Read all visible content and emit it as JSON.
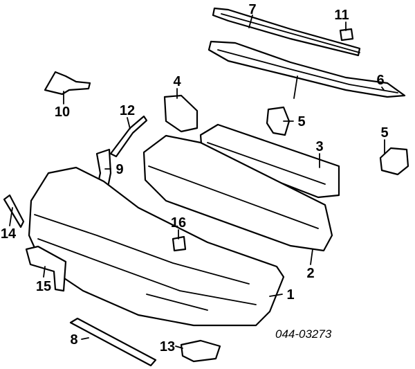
{
  "diagram": {
    "callouts": [
      "7",
      "11",
      "6",
      "4",
      "5",
      "10",
      "12",
      "3",
      "5",
      "9",
      "14",
      "16",
      "2",
      "15",
      "1",
      "8",
      "13"
    ],
    "catalog_code": "044-03273"
  }
}
